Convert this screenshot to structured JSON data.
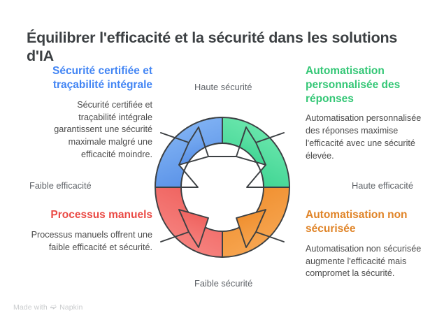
{
  "title": "Équilibrer l'efficacité et la sécurité dans les solutions d'IA",
  "axes": {
    "top": "Haute sécurité",
    "bottom": "Faible sécurité",
    "left": "Faible efficacité",
    "right": "Haute efficacité"
  },
  "quadrants": [
    {
      "position": "top-left",
      "heading": "Sécurité certifiée et traçabilité intégrale",
      "body": "Sécurité certifiée et traçabilité intégrale garantissent une sécurité maximale malgré une efficacité moindre.",
      "color": "#4285f4",
      "segment_color": "#6fa8f0"
    },
    {
      "position": "top-right",
      "heading": "Automatisation personnalisée des réponses",
      "body": "Automatisation personnalisée des réponses maximise l'efficacité avec une sécurité élevée.",
      "color": "#34c776",
      "segment_color": "#55dda0"
    },
    {
      "position": "bottom-left",
      "heading": "Processus manuels",
      "body": "Processus manuels offrent une faible efficacité et sécurité.",
      "color": "#ea4b46",
      "segment_color": "#f2716e"
    },
    {
      "position": "bottom-right",
      "heading": "Automatisation non sécurisée",
      "body": "Automatisation non sécurisée augmente l'efficacité mais compromet la sécurité.",
      "color": "#e08428",
      "segment_color": "#f5a04a"
    }
  ],
  "diagram": {
    "type": "cycle-ring",
    "segment_count": 4,
    "stroke_color": "#3c4043",
    "inner_fill": "#ffffff"
  },
  "watermark": {
    "prefix": "Made with",
    "glyph": "napkin-logo-icon",
    "brand": "Napkin"
  }
}
